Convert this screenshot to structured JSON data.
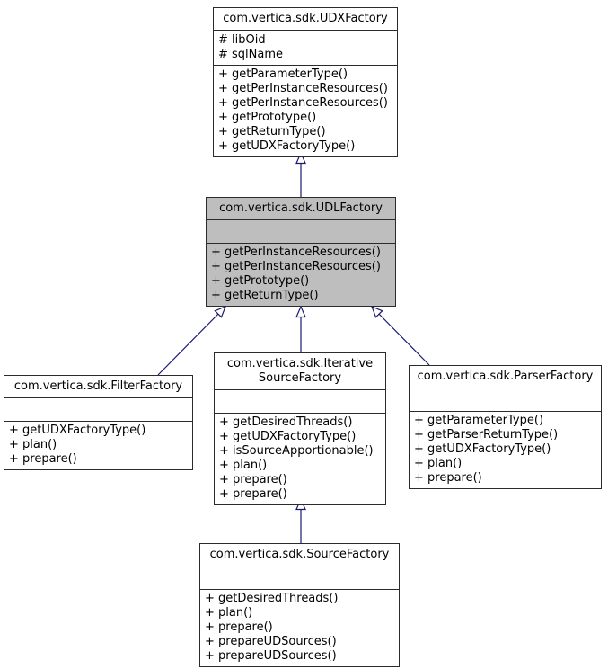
{
  "diagram_type": "uml-class-inheritance",
  "colors": {
    "arrow": "#191970",
    "highlight_fill": "#bebebe",
    "box_fill": "#ffffff",
    "border": "#2b2b2b"
  },
  "classes": [
    {
      "name": "com.vertica.sdk.UDXFactory",
      "fields": [
        "# libOid",
        "# sqlName"
      ],
      "methods": [
        "+ getParameterType()",
        "+ getPerInstanceResources()",
        "+ getPerInstanceResources()",
        "+ getPrototype()",
        "+ getReturnType()",
        "+ getUDXFactoryType()"
      ],
      "highlighted": false
    },
    {
      "name": "com.vertica.sdk.UDLFactory",
      "fields": [],
      "methods": [
        "+ getPerInstanceResources()",
        "+ getPerInstanceResources()",
        "+ getPrototype()",
        "+ getReturnType()"
      ],
      "highlighted": true
    },
    {
      "name": "com.vertica.sdk.FilterFactory",
      "fields": [],
      "methods": [
        "+ getUDXFactoryType()",
        "+ plan()",
        "+ prepare()"
      ],
      "highlighted": false
    },
    {
      "name": "com.vertica.sdk.IterativeSourceFactory",
      "name_lines": [
        "com.vertica.sdk.Iterative",
        "SourceFactory"
      ],
      "fields": [],
      "methods": [
        "+ getDesiredThreads()",
        "+ getUDXFactoryType()",
        "+ isSourceApportionable()",
        "+ plan()",
        "+ prepare()",
        "+ prepare()"
      ],
      "highlighted": false
    },
    {
      "name": "com.vertica.sdk.ParserFactory",
      "fields": [],
      "methods": [
        "+ getParameterType()",
        "+ getParserReturnType()",
        "+ getUDXFactoryType()",
        "+ plan()",
        "+ prepare()"
      ],
      "highlighted": false
    },
    {
      "name": "com.vertica.sdk.SourceFactory",
      "fields": [],
      "methods": [
        "+ getDesiredThreads()",
        "+ plan()",
        "+ prepare()",
        "+ prepareUDSources()",
        "+ prepareUDSources()"
      ],
      "highlighted": false
    }
  ],
  "relations": [
    {
      "child": "com.vertica.sdk.UDLFactory",
      "parent": "com.vertica.sdk.UDXFactory",
      "type": "inheritance"
    },
    {
      "child": "com.vertica.sdk.FilterFactory",
      "parent": "com.vertica.sdk.UDLFactory",
      "type": "inheritance"
    },
    {
      "child": "com.vertica.sdk.IterativeSourceFactory",
      "parent": "com.vertica.sdk.UDLFactory",
      "type": "inheritance"
    },
    {
      "child": "com.vertica.sdk.ParserFactory",
      "parent": "com.vertica.sdk.UDLFactory",
      "type": "inheritance"
    },
    {
      "child": "com.vertica.sdk.SourceFactory",
      "parent": "com.vertica.sdk.IterativeSourceFactory",
      "type": "inheritance"
    }
  ]
}
